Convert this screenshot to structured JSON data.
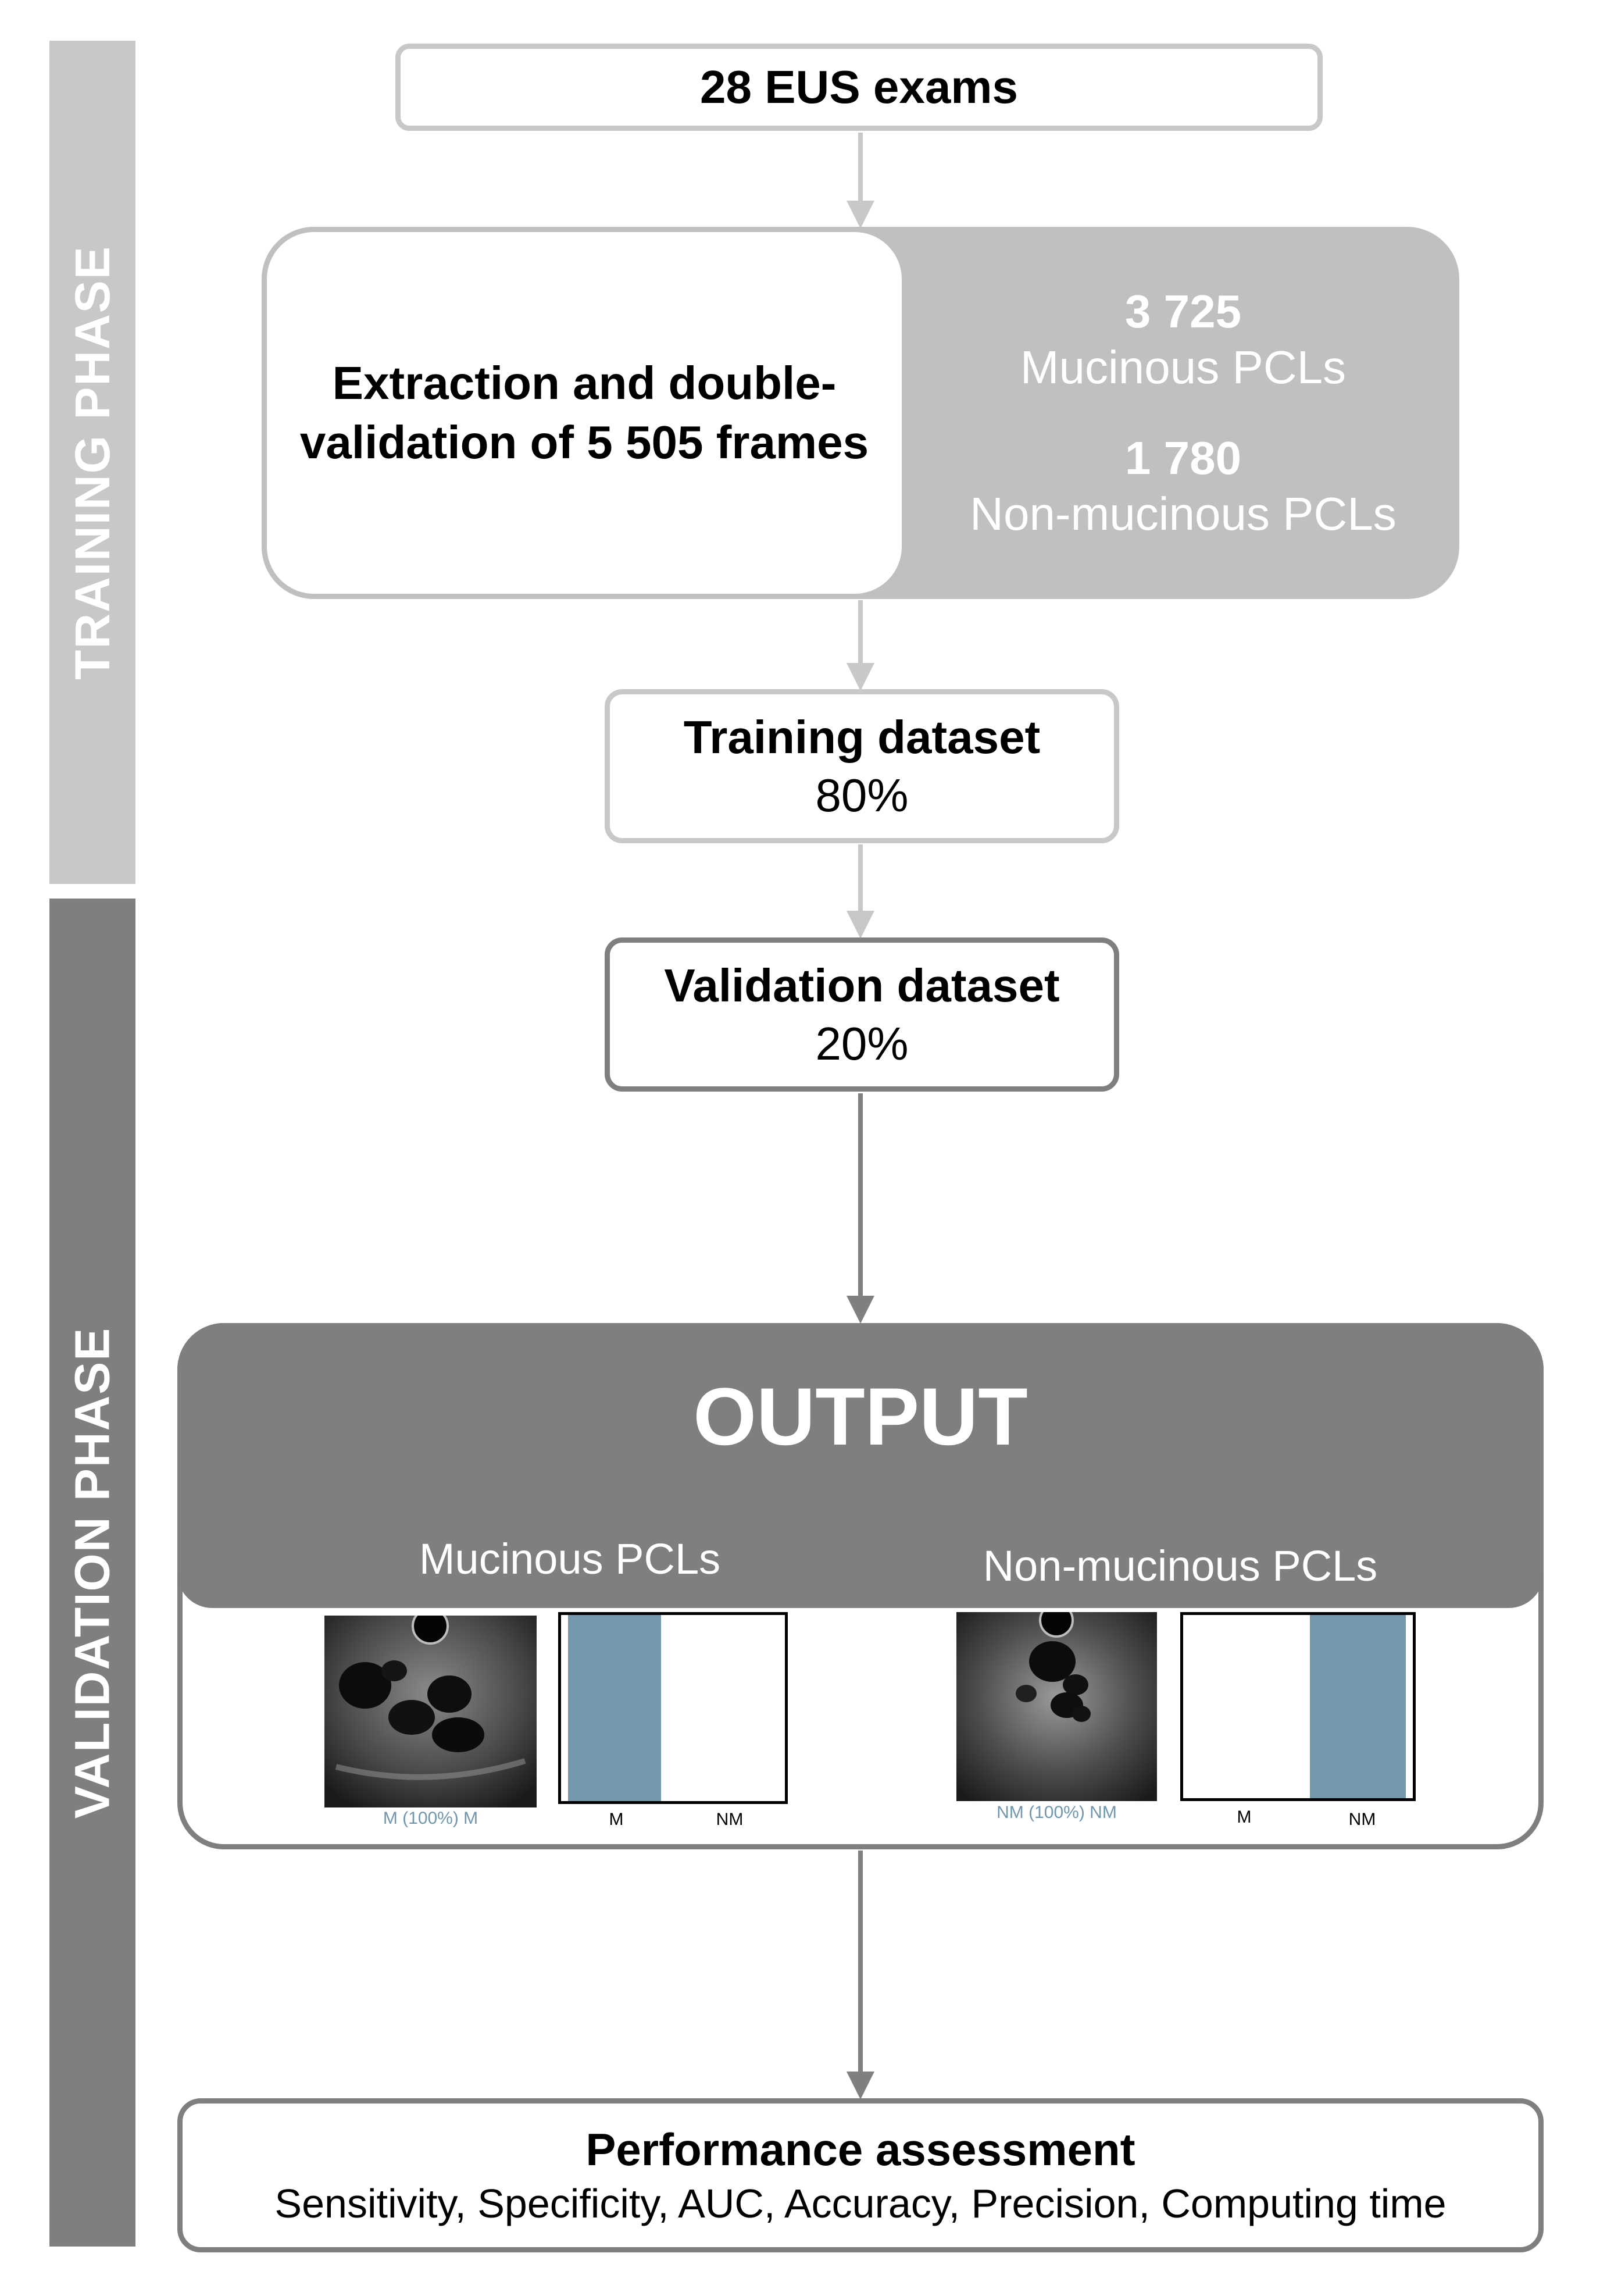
{
  "phases": {
    "training": "TRAINING PHASE",
    "validation": "VALIDATION PHASE"
  },
  "exams": "28 EUS exams",
  "extraction": {
    "text": "Extraction and double-validation of 5 505 frames",
    "mucinous_count": "3 725",
    "mucinous_label": "Mucinous PCLs",
    "nonmucinous_count": "1 780",
    "nonmucinous_label": "Non-mucinous PCLs"
  },
  "training_dataset": {
    "title": "Training dataset",
    "percent": "80%"
  },
  "validation_dataset": {
    "title": "Validation dataset",
    "percent": "20%"
  },
  "output": {
    "title": "OUTPUT",
    "mucinous": {
      "label": "Mucinous PCLs",
      "caption": "M (100%) M",
      "tick_m": "M",
      "tick_nm": "NM",
      "m_fraction": 1.0
    },
    "nonmucinous": {
      "label": "Non-mucinous PCLs",
      "caption": "NM (100%) NM",
      "tick_m": "M",
      "tick_nm": "NM",
      "nm_fraction": 1.0
    }
  },
  "performance": {
    "title": "Performance assessment",
    "metrics": "Sensitivity, Specificity, AUC, Accuracy, Precision, Computing time"
  },
  "colors": {
    "light_gray": "#c8c8c8",
    "dark_gray": "#7f7f7f",
    "bar_blue": "#7397ad"
  }
}
